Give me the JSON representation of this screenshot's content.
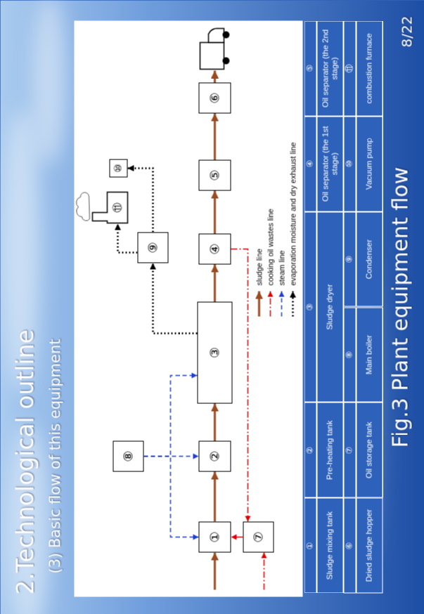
{
  "diagram": {
    "title": "2.Technological outline",
    "caption": "Fig.3 Plant equipment flow",
    "nodes": [
      {
        "text": [
          "①"
        ]
      },
      {
        "text": [
          "②"
        ]
      },
      {
        "text": [
          "③"
        ]
      },
      {
        "text": [
          "④"
        ]
      },
      {
        "text": [
          "⑤"
        ]
      },
      {
        "text": [
          "⑥"
        ]
      },
      {
        "text": [
          "⑦"
        ]
      },
      {
        "text": [
          "⑧"
        ]
      },
      {
        "text": [
          "⑨"
        ]
      },
      {
        "text": [
          "⑩"
        ]
      },
      {
        "text": [
          "⑪"
        ]
      }
    ],
    "edges": [
      {
        "from": 0,
        "to": 1,
        "arrow": "to"
      },
      {
        "from": 1,
        "to": 2,
        "arrow": "to"
      },
      {
        "from": 2,
        "to": 3,
        "arrow": "to"
      },
      {
        "from": 3,
        "to": 4,
        "arrow": "to"
      },
      {
        "from": 4,
        "to": 5,
        "arrow": "to"
      },
      {
        "from": 6,
        "to": 0,
        "arrow": "to"
      },
      {
        "from": 3,
        "to": 6,
        "arrow": "to"
      },
      {
        "from": 7,
        "to": 0,
        "arrow": "to"
      },
      {
        "from": 7,
        "to": 1,
        "arrow": "to"
      },
      {
        "from": 7,
        "to": 2,
        "arrow": "to"
      },
      {
        "from": 2,
        "to": 8,
        "arrow": "to"
      },
      {
        "from": 8,
        "to": 10,
        "arrow": "to"
      },
      {
        "from": 8,
        "to": 9,
        "arrow": "to"
      }
    ],
    "labels": [
      "(3) Basic flow of this equipment",
      "①",
      "②",
      "③",
      "④",
      "⑤",
      "Sludge mixing tank",
      "Pre-heating tank",
      "Sludge dryer",
      "Oil separator (the 1st stage)",
      "Oil separator (the 2nd stage)",
      "⑥",
      "⑦",
      "⑧",
      "⑨",
      "⑩",
      "⑪",
      "Dried sludge hopper",
      "Oil storage tank",
      "Main boiler",
      "Condenser",
      "Vacuum pump",
      "combustion furnace",
      "8/22"
    ],
    "legend": [
      {
        "text": "sludge line"
      },
      {
        "text": "cooking oil wastes line"
      },
      {
        "text": "steam line"
      },
      {
        "text": "evaporation moisture and dry exhaust line"
      }
    ]
  }
}
